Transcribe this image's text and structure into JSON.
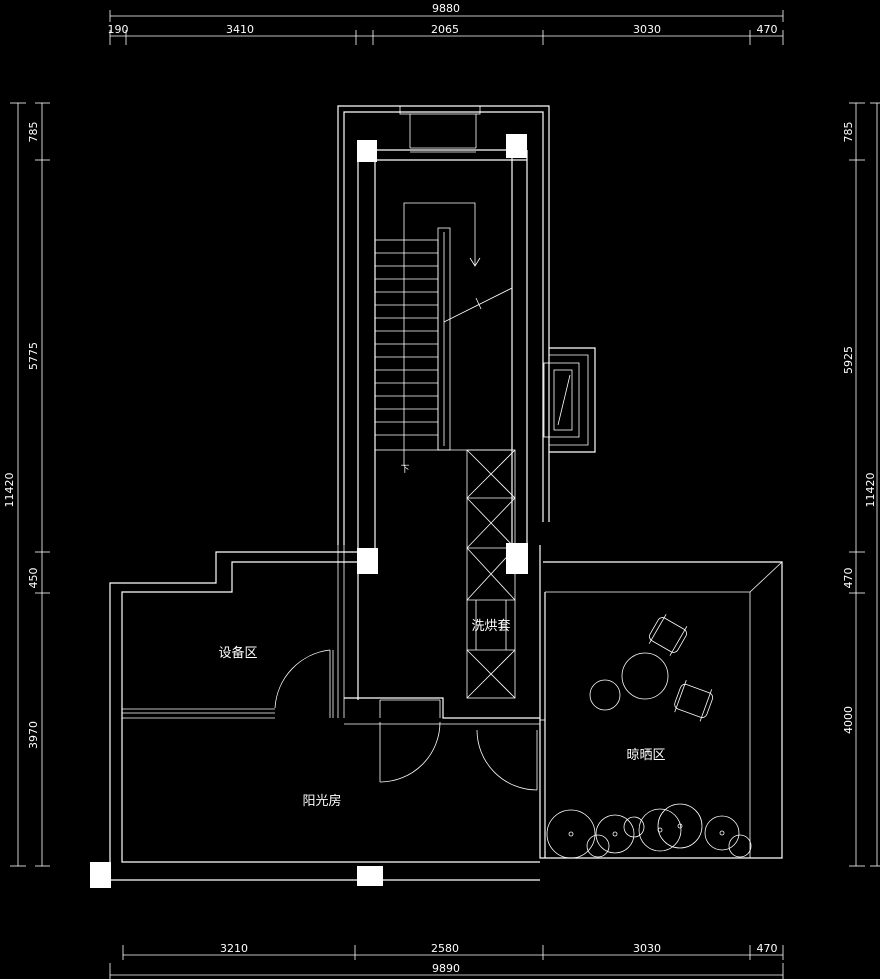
{
  "rooms": {
    "equipment": "设备区",
    "sunroom": "阳光房",
    "laundry": "洗烘套",
    "drying": "晾晒区"
  },
  "stair_mark": "下",
  "dimensions": {
    "top_total": "9880",
    "top_segments": [
      "190",
      "3410",
      "2065",
      "3030",
      "470"
    ],
    "bottom_total": "9890",
    "bottom_segments": [
      "3210",
      "2580",
      "3030",
      "470"
    ],
    "left_total": "11420",
    "left_segments": [
      "785",
      "5775",
      "450",
      "3970"
    ],
    "right_total": "11420",
    "right_segments": [
      "785",
      "5925",
      "470",
      "4000"
    ]
  }
}
